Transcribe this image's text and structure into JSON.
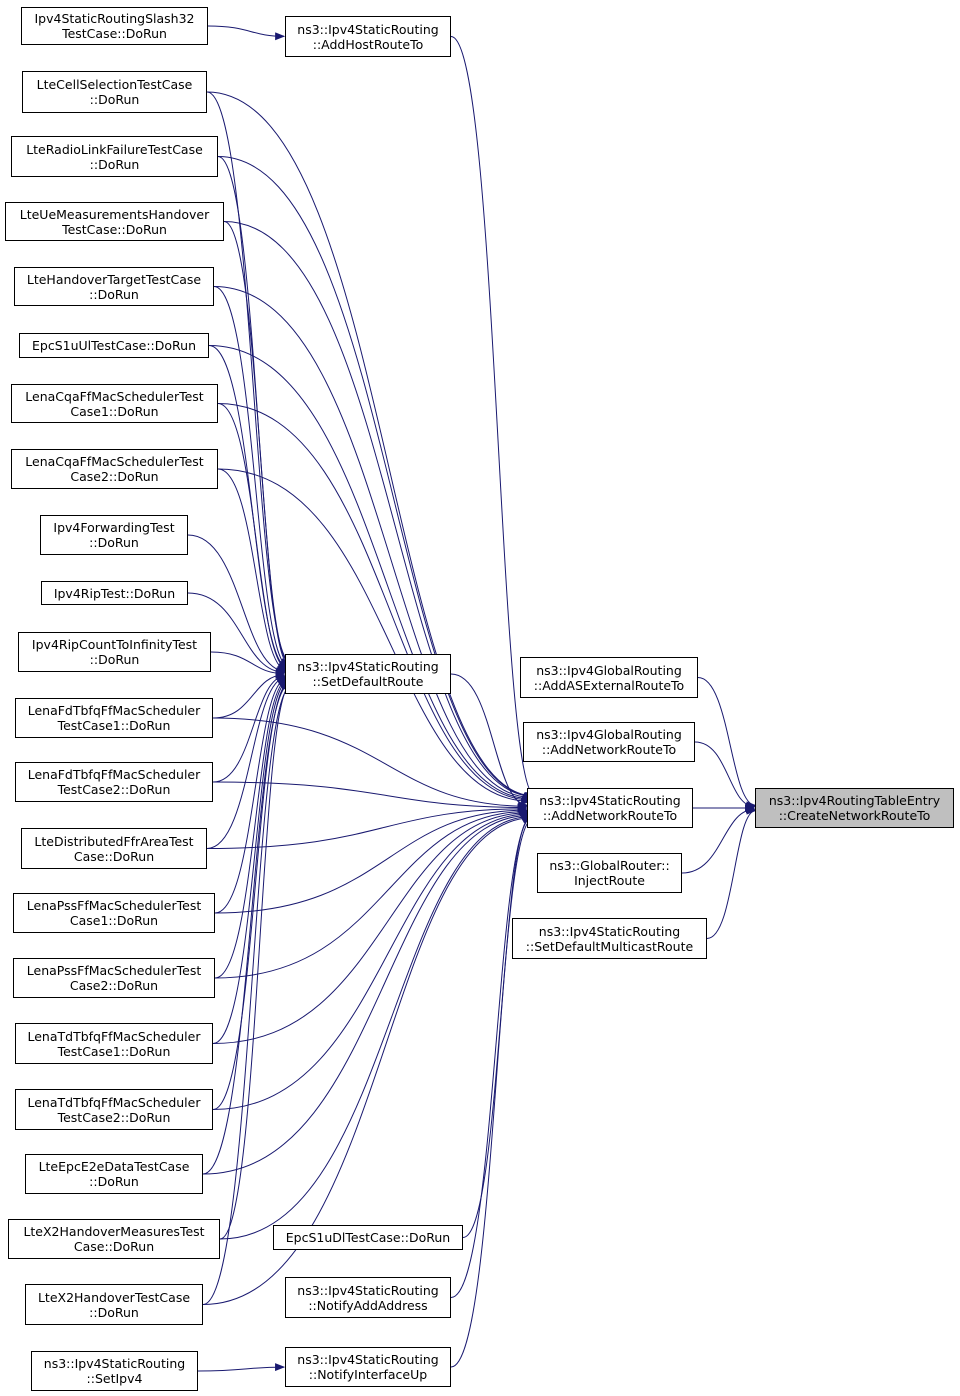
{
  "colors": {
    "edge": "#191970",
    "node_border": "#000000",
    "target_fill": "#bfbfbf"
  },
  "target": {
    "id": "target",
    "lines": [
      "ns3::Ipv4RoutingTableEntry",
      "::CreateNetworkRouteTo"
    ]
  },
  "nodes": [
    {
      "id": "addhost",
      "lines": [
        "ns3::Ipv4StaticRouting",
        "::AddHostRouteTo"
      ]
    },
    {
      "id": "setdefault",
      "lines": [
        "ns3::Ipv4StaticRouting",
        "::SetDefaultRoute"
      ]
    },
    {
      "id": "addnet",
      "lines": [
        "ns3::Ipv4StaticRouting",
        "::AddNetworkRouteTo"
      ]
    },
    {
      "id": "gr_asext",
      "lines": [
        "ns3::Ipv4GlobalRouting",
        "::AddASExternalRouteTo"
      ]
    },
    {
      "id": "gr_addnet",
      "lines": [
        "ns3::Ipv4GlobalRouting",
        "::AddNetworkRouteTo"
      ]
    },
    {
      "id": "inject",
      "lines": [
        "ns3::GlobalRouter::",
        "InjectRoute"
      ]
    },
    {
      "id": "setmcast",
      "lines": [
        "ns3::Ipv4StaticRouting",
        "::SetDefaultMulticastRoute"
      ]
    },
    {
      "id": "epcdl",
      "lines": [
        "EpcS1uDlTestCase::DoRun"
      ]
    },
    {
      "id": "notifyaddr",
      "lines": [
        "ns3::Ipv4StaticRouting",
        "::NotifyAddAddress"
      ]
    },
    {
      "id": "notifyup",
      "lines": [
        "ns3::Ipv4StaticRouting",
        "::NotifyInterfaceUp"
      ]
    },
    {
      "id": "setipv4",
      "lines": [
        "ns3::Ipv4StaticRouting",
        "::SetIpv4"
      ]
    },
    {
      "id": "slash32",
      "lines": [
        "Ipv4StaticRoutingSlash32",
        "TestCase::DoRun"
      ]
    },
    {
      "id": "cellsel",
      "lines": [
        "LteCellSelectionTestCase",
        "::DoRun"
      ]
    },
    {
      "id": "rlf",
      "lines": [
        "LteRadioLinkFailureTestCase",
        "::DoRun"
      ]
    },
    {
      "id": "uemeas",
      "lines": [
        "LteUeMeasurementsHandover",
        "TestCase::DoRun"
      ]
    },
    {
      "id": "hotarget",
      "lines": [
        "LteHandoverTargetTestCase",
        "::DoRun"
      ]
    },
    {
      "id": "epcul",
      "lines": [
        "EpcS1uUlTestCase::DoRun"
      ]
    },
    {
      "id": "cqa1",
      "lines": [
        "LenaCqaFfMacSchedulerTest",
        "Case1::DoRun"
      ]
    },
    {
      "id": "cqa2",
      "lines": [
        "LenaCqaFfMacSchedulerTest",
        "Case2::DoRun"
      ]
    },
    {
      "id": "fwd",
      "lines": [
        "Ipv4ForwardingTest",
        "::DoRun"
      ]
    },
    {
      "id": "rip",
      "lines": [
        "Ipv4RipTest::DoRun"
      ]
    },
    {
      "id": "ripinf",
      "lines": [
        "Ipv4RipCountToInfinityTest",
        "::DoRun"
      ]
    },
    {
      "id": "fd1",
      "lines": [
        "LenaFdTbfqFfMacScheduler",
        "TestCase1::DoRun"
      ]
    },
    {
      "id": "fd2",
      "lines": [
        "LenaFdTbfqFfMacScheduler",
        "TestCase2::DoRun"
      ]
    },
    {
      "id": "dffr",
      "lines": [
        "LteDistributedFfrAreaTest",
        "Case::DoRun"
      ]
    },
    {
      "id": "pss1",
      "lines": [
        "LenaPssFfMacSchedulerTest",
        "Case1::DoRun"
      ]
    },
    {
      "id": "pss2",
      "lines": [
        "LenaPssFfMacSchedulerTest",
        "Case2::DoRun"
      ]
    },
    {
      "id": "td1",
      "lines": [
        "LenaTdTbfqFfMacScheduler",
        "TestCase1::DoRun"
      ]
    },
    {
      "id": "td2",
      "lines": [
        "LenaTdTbfqFfMacScheduler",
        "TestCase2::DoRun"
      ]
    },
    {
      "id": "e2e",
      "lines": [
        "LteEpcE2eDataTestCase",
        "::DoRun"
      ]
    },
    {
      "id": "x2meas",
      "lines": [
        "LteX2HandoverMeasuresTest",
        "Case::DoRun"
      ]
    },
    {
      "id": "x2ho",
      "lines": [
        "LteX2HandoverTestCase",
        "::DoRun"
      ]
    }
  ],
  "edges": [
    {
      "from": "addnet",
      "to": "target"
    },
    {
      "from": "gr_asext",
      "to": "target"
    },
    {
      "from": "gr_addnet",
      "to": "target"
    },
    {
      "from": "inject",
      "to": "target"
    },
    {
      "from": "setmcast",
      "to": "target"
    },
    {
      "from": "addhost",
      "to": "addnet"
    },
    {
      "from": "setdefault",
      "to": "addnet"
    },
    {
      "from": "epcdl",
      "to": "addnet"
    },
    {
      "from": "notifyaddr",
      "to": "addnet"
    },
    {
      "from": "notifyup",
      "to": "addnet"
    },
    {
      "from": "cellsel",
      "to": "addnet"
    },
    {
      "from": "rlf",
      "to": "addnet"
    },
    {
      "from": "uemeas",
      "to": "addnet"
    },
    {
      "from": "hotarget",
      "to": "addnet"
    },
    {
      "from": "epcul",
      "to": "addnet"
    },
    {
      "from": "cqa1",
      "to": "addnet"
    },
    {
      "from": "cqa2",
      "to": "addnet"
    },
    {
      "from": "fd1",
      "to": "addnet"
    },
    {
      "from": "fd2",
      "to": "addnet"
    },
    {
      "from": "dffr",
      "to": "addnet"
    },
    {
      "from": "pss1",
      "to": "addnet"
    },
    {
      "from": "pss2",
      "to": "addnet"
    },
    {
      "from": "td1",
      "to": "addnet"
    },
    {
      "from": "td2",
      "to": "addnet"
    },
    {
      "from": "e2e",
      "to": "addnet"
    },
    {
      "from": "x2meas",
      "to": "addnet"
    },
    {
      "from": "x2ho",
      "to": "addnet"
    },
    {
      "from": "slash32",
      "to": "addhost"
    },
    {
      "from": "setipv4",
      "to": "notifyup"
    },
    {
      "from": "cellsel",
      "to": "setdefault"
    },
    {
      "from": "rlf",
      "to": "setdefault"
    },
    {
      "from": "uemeas",
      "to": "setdefault"
    },
    {
      "from": "hotarget",
      "to": "setdefault"
    },
    {
      "from": "epcul",
      "to": "setdefault"
    },
    {
      "from": "cqa1",
      "to": "setdefault"
    },
    {
      "from": "cqa2",
      "to": "setdefault"
    },
    {
      "from": "fwd",
      "to": "setdefault"
    },
    {
      "from": "rip",
      "to": "setdefault"
    },
    {
      "from": "ripinf",
      "to": "setdefault"
    },
    {
      "from": "fd1",
      "to": "setdefault"
    },
    {
      "from": "fd2",
      "to": "setdefault"
    },
    {
      "from": "dffr",
      "to": "setdefault"
    },
    {
      "from": "pss1",
      "to": "setdefault"
    },
    {
      "from": "pss2",
      "to": "setdefault"
    },
    {
      "from": "td1",
      "to": "setdefault"
    },
    {
      "from": "td2",
      "to": "setdefault"
    },
    {
      "from": "e2e",
      "to": "setdefault"
    },
    {
      "from": "x2meas",
      "to": "setdefault"
    },
    {
      "from": "x2ho",
      "to": "setdefault"
    }
  ]
}
